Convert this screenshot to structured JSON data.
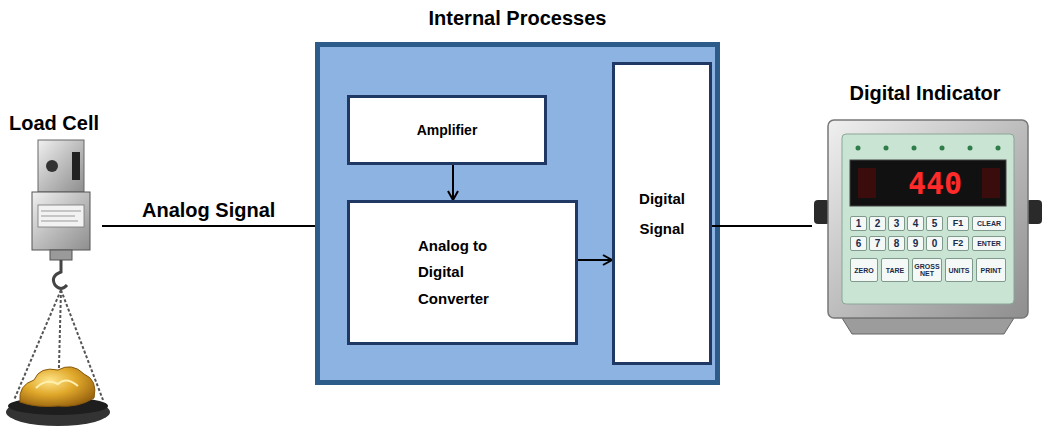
{
  "diagram": {
    "nodes": [
      {
        "text": [
          "Load Cell"
        ]
      },
      {
        "text": [
          "Internal Processes"
        ]
      },
      {
        "text": [
          "Amplifier"
        ],
        "in": 1
      },
      {
        "text": [
          "Analog to Digital Converter"
        ],
        "in": 1
      },
      {
        "text": [
          "Digital Signal"
        ],
        "in": 1
      },
      {
        "text": [
          "Digital Indicator"
        ]
      }
    ],
    "edges": [
      {
        "from": 0,
        "to": 1,
        "arrow": "none",
        "label": "Analog Signal"
      },
      {
        "from": 2,
        "to": 3,
        "arrow": "to"
      },
      {
        "from": 3,
        "to": 4,
        "arrow": "to"
      },
      {
        "from": 4,
        "to": 5,
        "arrow": "none"
      }
    ],
    "labels": [
      "440",
      "1",
      "2",
      "3",
      "4",
      "5",
      "F1",
      "CLEAR",
      "6",
      "7",
      "8",
      "9",
      "0",
      "F2",
      "ENTER",
      "ZERO",
      "TARE",
      "GROSS NET",
      "UNITS",
      "PRINT"
    ]
  }
}
